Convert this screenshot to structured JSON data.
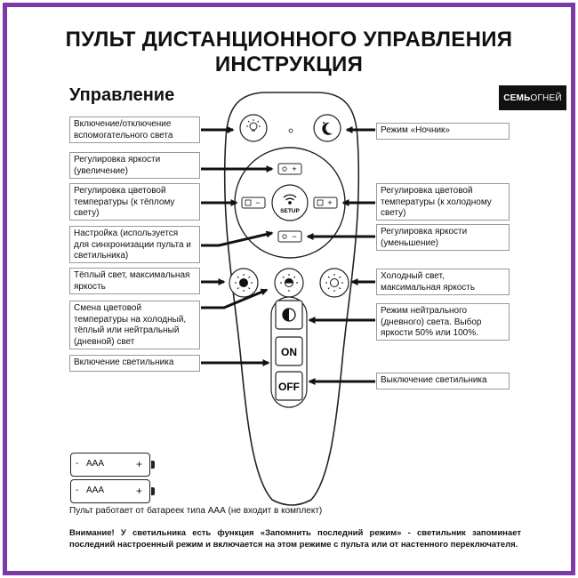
{
  "header": {
    "title_line1": "ПУЛЬТ ДИСТАНЦИОННОГО УПРАВЛЕНИЯ",
    "title_line2": "ИНСТРУКЦИЯ",
    "section": "Управление"
  },
  "brand": {
    "bold": "СЕМЬ",
    "light": "ОГНЕЙ"
  },
  "labels_left": [
    "Включение/отключение вспомогательного света",
    "Регулировка яркости (увеличение)",
    "Регулировка цветовой температуры (к тёплому свету)",
    "Настройка (используется для синхронизации пульта и светильника)",
    "Тёплый свет, максимальная яркость",
    "Смена цветовой температуры на холодный, тёплый или нейтральный (дневной) свет",
    "Включение светильника"
  ],
  "labels_right": [
    "Режим «Ночник»",
    "Регулировка цветовой температуры (к холодному свету)",
    "Регулировка яркости (уменьшение)",
    "Холодный свет, максимальная яркость",
    "Режим нейтрального (дневного) света. Выбор яркости 50% или 100%.",
    "Выключение светильника"
  ],
  "remote": {
    "setup": "SETUP",
    "on": "ON",
    "off": "OFF",
    "plus": "+",
    "minus": "−"
  },
  "batteries": {
    "label": "AAA",
    "minus": "-",
    "plus": "+",
    "note": "Пульт работает от батареек типа ААА (не входит в комплект)"
  },
  "warning": "Внимание! У светильника есть функция «Запомнить последний режим» - светильник запоминает последний настроенный режим и включается на этом режиме с пульта или от настенного переключателя."
}
